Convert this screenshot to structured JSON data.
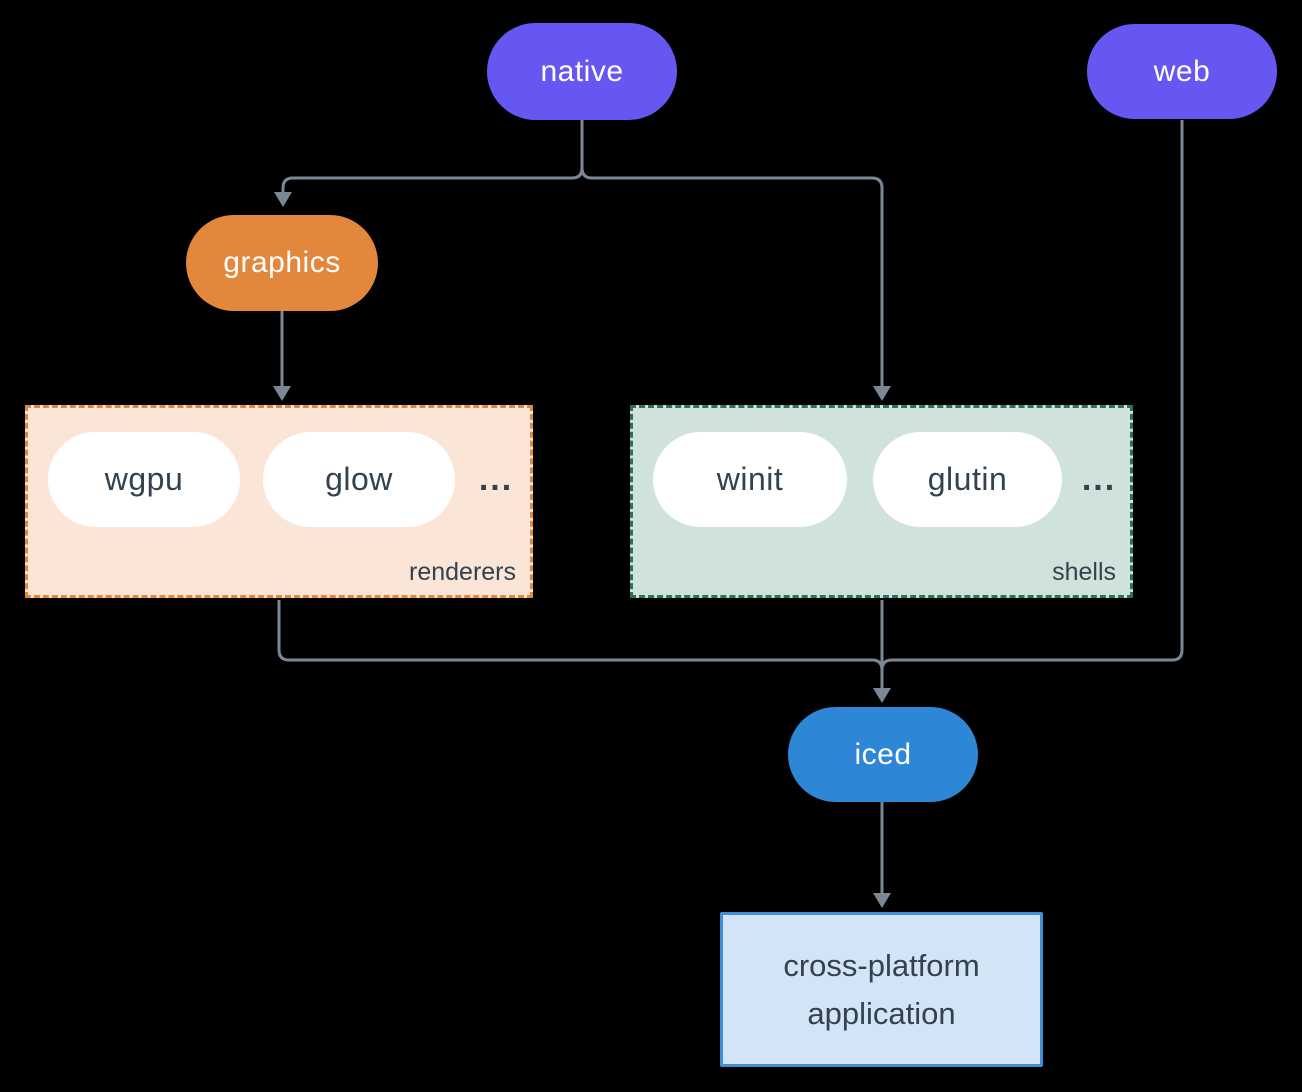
{
  "diagram": {
    "nodes": {
      "native": {
        "label": "native"
      },
      "web": {
        "label": "web"
      },
      "graphics": {
        "label": "graphics"
      },
      "iced": {
        "label": "iced"
      }
    },
    "groups": {
      "renderers": {
        "label": "renderers",
        "items": [
          "wgpu",
          "glow"
        ],
        "more": "..."
      },
      "shells": {
        "label": "shells",
        "items": [
          "winit",
          "glutin"
        ],
        "more": "..."
      }
    },
    "app_box": {
      "lines": [
        "cross-platform",
        "application"
      ]
    }
  },
  "colors": {
    "background": "#000000",
    "node-purple": "#6757f2",
    "node-orange": "#e2873c",
    "node-blue": "#2e87d6",
    "renderers-fill": "#fae5d7",
    "renderers-border": "#e2873c",
    "shells-fill": "#cfe2dc",
    "shells-border": "#2e6f63",
    "app-fill": "#d4e4f7",
    "app-border": "#3e8ed8",
    "line": "#7b8794",
    "text-dark": "#32424f",
    "text-light": "#ffffff"
  }
}
